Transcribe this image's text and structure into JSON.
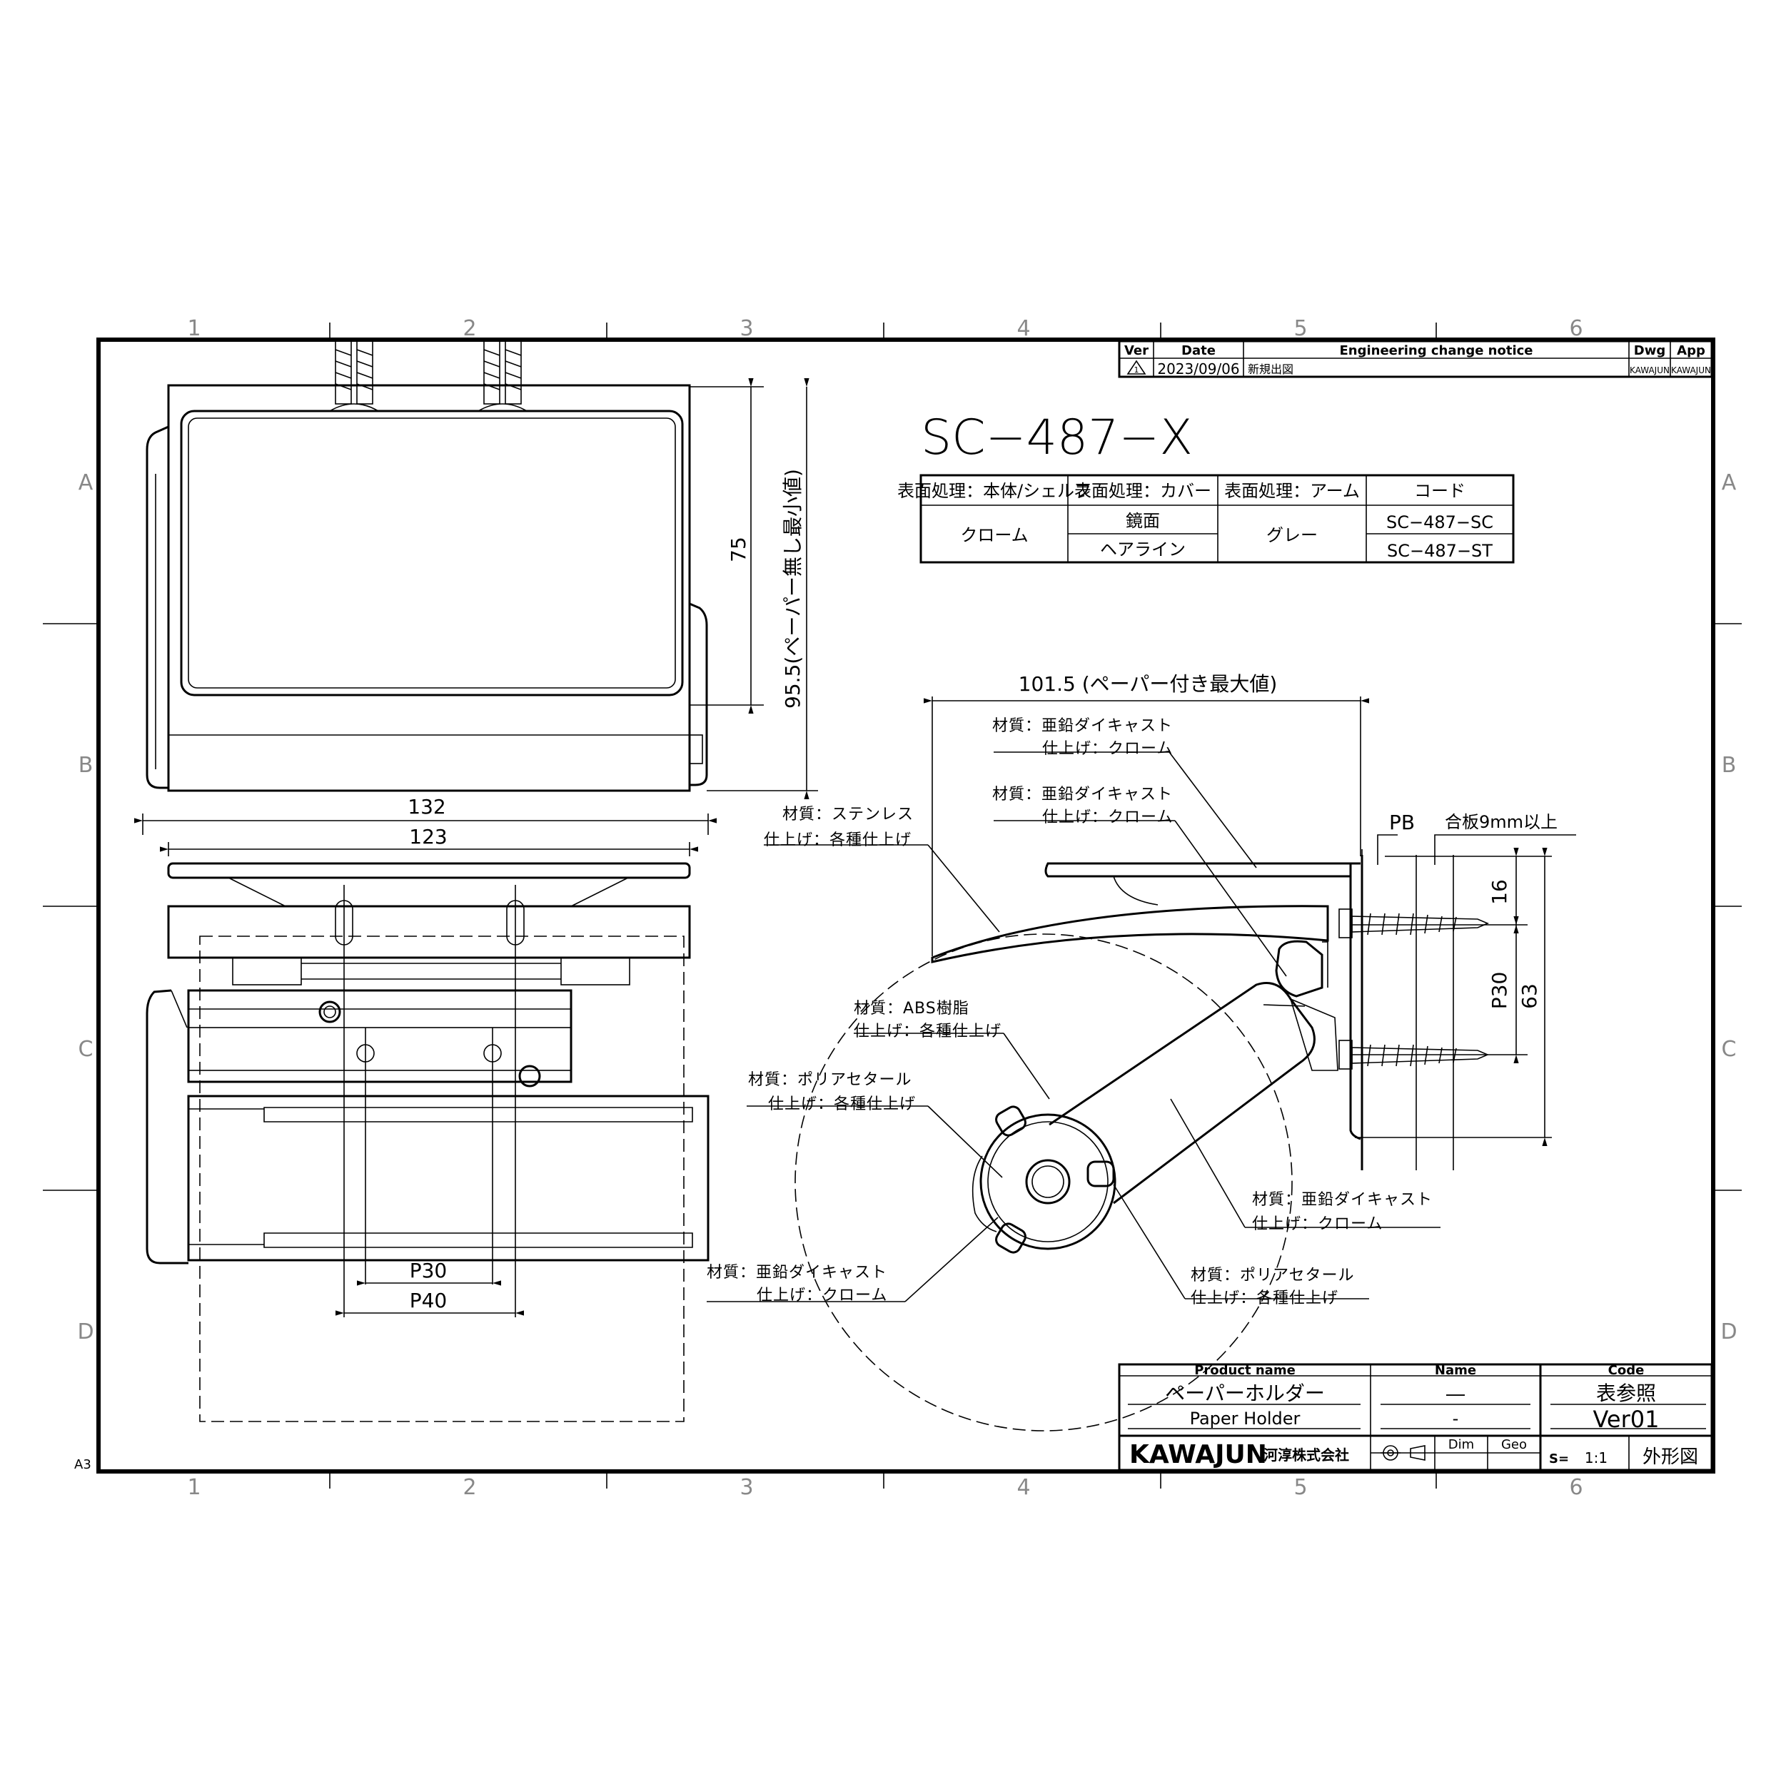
{
  "grid": {
    "columns": [
      "1",
      "2",
      "3",
      "4",
      "5",
      "6"
    ],
    "rows": [
      "A",
      "B",
      "C",
      "D"
    ],
    "sheet_size": "A3"
  },
  "revision_block": {
    "headers": {
      "ver": "Ver",
      "date": "Date",
      "notice": "Engineering change notice",
      "dwg": "Dwg",
      "app": "App"
    },
    "row": {
      "ver": "1",
      "date": "2023/09/06",
      "notice": "新規出図",
      "dwg": "KAWAJUN",
      "app": "KAWAJUN"
    }
  },
  "model_number": "SC−487−X",
  "finish_table": {
    "headers": [
      "表面処理：本体/シェルフ",
      "表面処理：カバー",
      "表面処理：アーム",
      "コード"
    ],
    "body_finish": "クローム",
    "arm_finish": "グレー",
    "rows": [
      {
        "cover": "鏡面",
        "code": "SC−487−SC"
      },
      {
        "cover": "ヘアライン",
        "code": "SC−487−ST"
      }
    ]
  },
  "dimensions": {
    "height_75": "75",
    "height_95": "95.5(ペーパー無し最小値)",
    "width_132": "132",
    "width_123": "123",
    "p30_bottom": "P30",
    "p40_bottom": "P40",
    "depth_101": "101.5 (ペーパー付き最大値)",
    "pb": "PB",
    "plywood": "合板9mm以上",
    "v16": "16",
    "vp30": "P30",
    "v63": "63"
  },
  "callouts": [
    {
      "material": "材質：亜鉛ダイキャスト",
      "finish": "仕上げ：クローム"
    },
    {
      "material": "材質：亜鉛ダイキャスト",
      "finish": "仕上げ：クローム"
    },
    {
      "material": "材質：ステンレス",
      "finish": "仕上げ：各種仕上げ"
    },
    {
      "material": "材質：ABS樹脂",
      "finish": "仕上げ：各種仕上げ"
    },
    {
      "material": "材質：ポリアセタール",
      "finish": "仕上げ：各種仕上げ"
    },
    {
      "material": "材質：亜鉛ダイキャスト",
      "finish": "仕上げ：クローム"
    },
    {
      "material": "材質：亜鉛ダイキャスト",
      "finish": "仕上げ：クローム"
    },
    {
      "material": "材質：ポリアセタール",
      "finish": "仕上げ：各種仕上げ"
    }
  ],
  "title_block": {
    "product_name_header": "Product name",
    "name_header": "Name",
    "code_header": "Code",
    "product_name_jp": "ペーパーホルダー",
    "product_name_en": "Paper Holder",
    "name_jp": "―",
    "name_en": "-",
    "code": "表参照",
    "version": "Ver01",
    "company_logo": "KAWAJUN",
    "company_name": "河淳株式会社",
    "dim_label": "Dim",
    "geo_label": "Geo",
    "scale_label": "S=",
    "scale_value": "1:1",
    "drawing_type": "外形図"
  }
}
